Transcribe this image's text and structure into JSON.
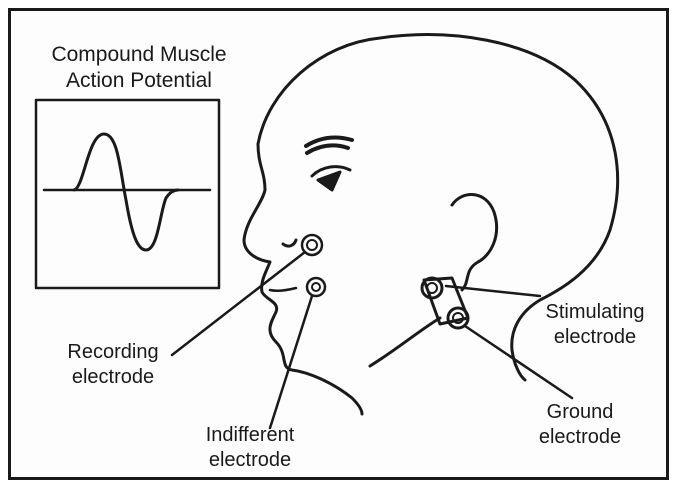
{
  "figure": {
    "title_line1": "Compound Muscle",
    "title_line2": "Action Potential"
  },
  "labels": {
    "recording": [
      "Recording",
      "electrode"
    ],
    "indifferent": [
      "Indifferent",
      "electrode"
    ],
    "stimulating": [
      "Stimulating",
      "electrode"
    ],
    "ground": [
      "Ground",
      "electrode"
    ]
  }
}
